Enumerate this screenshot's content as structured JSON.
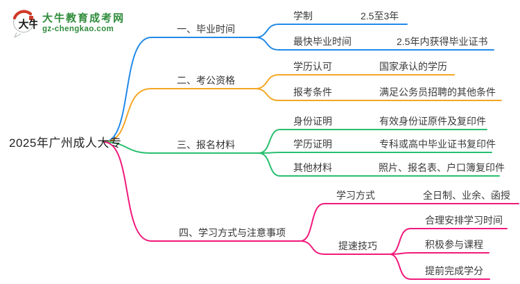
{
  "brand": {
    "logo_text": "大牛",
    "site_name": "大牛教育成考网",
    "site_url": "gz-chengkao.com",
    "brand_green": "#2e8b3a",
    "brand_red": "#cf3a28"
  },
  "root": {
    "label": "2025年广州成人大专"
  },
  "branches": [
    {
      "label": "一、毕业时间",
      "color": "#2189e8",
      "children": [
        {
          "label": "学制",
          "value": "2.5至3年"
        },
        {
          "label": "最快毕业时间",
          "value": "2.5年内获得毕业证书"
        }
      ]
    },
    {
      "label": "二、考公资格",
      "color": "#f5a623",
      "children": [
        {
          "label": "学历认可",
          "value": "国家承认的学历"
        },
        {
          "label": "报考条件",
          "value": "满足公务员招聘的其他条件"
        }
      ]
    },
    {
      "label": "三、报名材料",
      "color": "#27bf6e",
      "children": [
        {
          "label": "身份证明",
          "value": "有效身份证原件及复印件"
        },
        {
          "label": "学历证明",
          "value": "专科或高中毕业证书复印件"
        },
        {
          "label": "其他材料",
          "value": "照片、报名表、户口簿复印件"
        }
      ]
    },
    {
      "label": "四、学习方式与注意事项",
      "color": "#f1197c",
      "children": [
        {
          "label": "学习方式",
          "value": "全日制、业余、函授"
        },
        {
          "label": "提速技巧",
          "items": [
            "合理安排学习时间",
            "积极参与课程",
            "提前完成学分"
          ]
        }
      ]
    }
  ]
}
